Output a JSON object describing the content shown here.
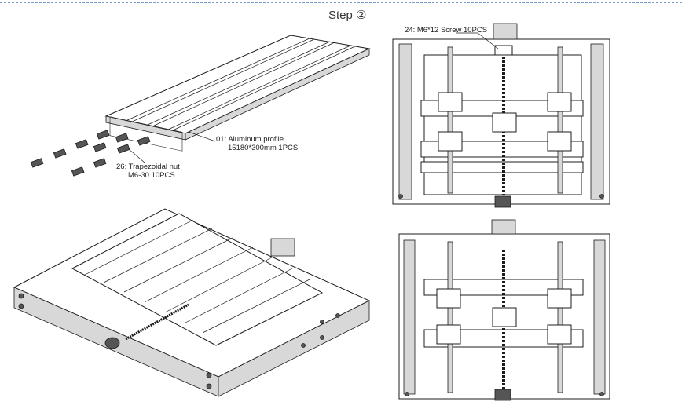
{
  "step_label": "Step ②",
  "callouts": {
    "aluminum_profile_line1": "01: Aluminum profile",
    "aluminum_profile_line2": "15180*300mm 1PCS",
    "trapezoidal_nut_line1": "26: Trapezoidal nut",
    "trapezoidal_nut_line2": "M6-30 10PCS",
    "screw": "24: M6*12 Screw 10PCS"
  },
  "colors": {
    "dashed_rule": "#7a9cc8",
    "line": "#1c1c1c"
  }
}
